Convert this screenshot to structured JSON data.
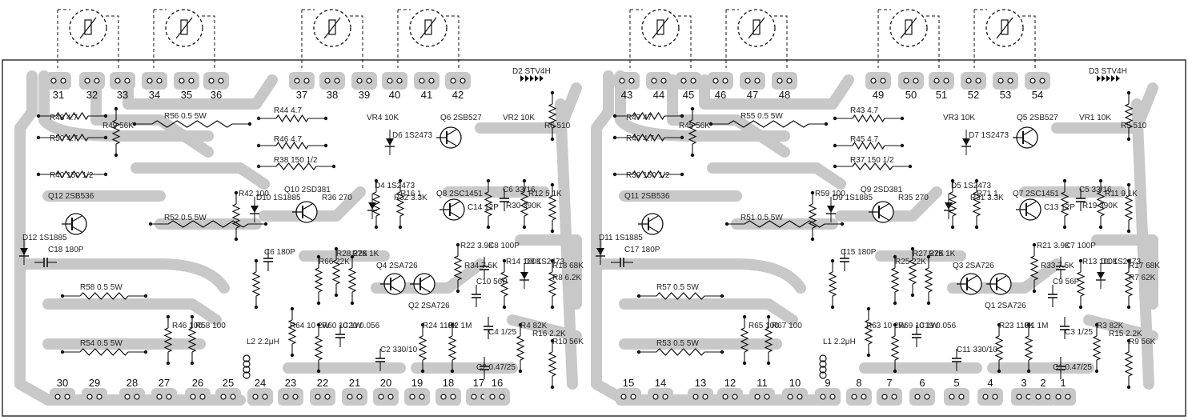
{
  "diagram": {
    "left_pcb": {
      "top_pins": [
        "31",
        "32",
        "33",
        "34",
        "35",
        "36",
        "37",
        "38",
        "39",
        "40",
        "41",
        "42"
      ],
      "bottom_pins": [
        "30",
        "29",
        "28",
        "27",
        "26",
        "25",
        "24",
        "23",
        "22",
        "21",
        "20",
        "19",
        "18",
        "17",
        "16"
      ],
      "components": [
        "R48 4.7",
        "R50 4.7",
        "R40 150 1/2",
        "R49 56K",
        "R56 0.5 5W",
        "R44 4.7",
        "R46 4.7",
        "R38 150 1/2",
        "Q12 2SB536",
        "R52 0.5 5W",
        "R42 100",
        "D10 1S1885",
        "Q10 2SD381",
        "R36 270",
        "D4 1S2473",
        "R32 3.3K",
        "D6 1S2473",
        "Q6 2SB527",
        "VR4 10K",
        "VR2 10K",
        "R6 510",
        "C6 33/16",
        "R30 390K",
        "R12 5.1K",
        "Q8 2SC1451",
        "C14 12P",
        "R16 1",
        "D12 1S1885",
        "C18 180P",
        "R58 0.5 5W",
        "R54 0.5 5W",
        "R46 100",
        "R58 100",
        "L2 2.2μH",
        "R64 10 2W",
        "R60 10 1W",
        "C20 0.056",
        "C2 330/10",
        "R66 22K",
        "R28 27K",
        "R26 1K",
        "Q4 2SA726",
        "Q2 2SA726",
        "R22 3.9K",
        "R34 7.5K",
        "C8 100P",
        "C10 56P",
        "R14 100K",
        "D8 1S2473",
        "R18 68K",
        "R8 6.2K",
        "R24 110K",
        "R2 1M",
        "C4 1/25",
        "R4 82K",
        "R16 2.2K",
        "R10 56K",
        "C2 0.47/25",
        "C6 180P",
        "D2 STV4H"
      ]
    },
    "right_pcb": {
      "top_pins": [
        "43",
        "44",
        "45",
        "46",
        "47",
        "48",
        "49",
        "50",
        "51",
        "52",
        "53",
        "54"
      ],
      "bottom_pins": [
        "15",
        "14",
        "13",
        "12",
        "11",
        "10",
        "9",
        "8",
        "7",
        "6",
        "5",
        "4",
        "3",
        "2",
        "1"
      ],
      "components": [
        "R47 47",
        "R49 4.7",
        "R39 150 1/2",
        "R45 56K",
        "R55 0.5 5W",
        "R43 4.7",
        "R45 4.7",
        "R37 150 1/2",
        "Q11 2SB536",
        "R51 0.5 5W",
        "R59 100",
        "D9 1S1885",
        "Q9 2SD381",
        "R35 270",
        "D5 1S2473",
        "R31 3.3K",
        "D7 1S2473",
        "Q5 2SB527",
        "VR3 10K",
        "VR1 10K",
        "R5 510",
        "C5 33/16",
        "R19 390K",
        "R11 9.1K",
        "Q7 2SC1451",
        "C13 12P",
        "R71 1",
        "D11 1S1885",
        "C17 180P",
        "R57 0.5 5W",
        "R53 0.5 5W",
        "R65 100",
        "R67 100",
        "L1 2.2μH",
        "R63 10 2W",
        "R69 10 1W",
        "C19 0.056",
        "C11 330/10",
        "R25 22K",
        "R27 27K",
        "R25 1K",
        "Q3 2SA726",
        "Q1 2SA726",
        "R21 3.9K",
        "R33 7.5K",
        "C7 100P",
        "C9 56P",
        "R13 100K",
        "D1 1S2473",
        "R17 68K",
        "R7 62K",
        "R23 110K",
        "R1 1M",
        "C3 1/25",
        "R3 82K",
        "R15 2.2K",
        "R9 56K",
        "C1 0.47/25",
        "C15 180P",
        "D3 STV4H"
      ]
    },
    "colors": {
      "copper": "#c8c8c8",
      "board_bg": "#ffffff",
      "ink": "#111111"
    }
  }
}
